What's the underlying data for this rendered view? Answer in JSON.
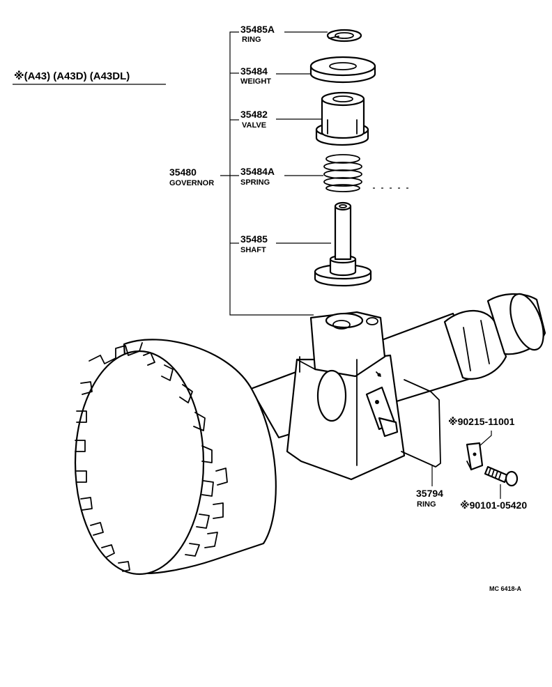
{
  "header": {
    "models": "※(A43) (A43D) (A43DL)"
  },
  "callouts": {
    "ring_top": {
      "number": "35485A",
      "name": "RING"
    },
    "weight": {
      "number": "35484",
      "name": "WEIGHT"
    },
    "valve": {
      "number": "35482",
      "name": "VALVE"
    },
    "spring": {
      "number": "35484A",
      "name": "SPRING"
    },
    "shaft": {
      "number": "35485",
      "name": "SHAFT"
    },
    "governor": {
      "number": "35480",
      "name": "GOVERNOR"
    },
    "ring_side": {
      "number": "35794",
      "name": "RING"
    },
    "plate": {
      "number": "※90215-11001"
    },
    "bolt": {
      "number": "※90101-05420"
    }
  },
  "footer": {
    "code": "MC  6418-A"
  }
}
